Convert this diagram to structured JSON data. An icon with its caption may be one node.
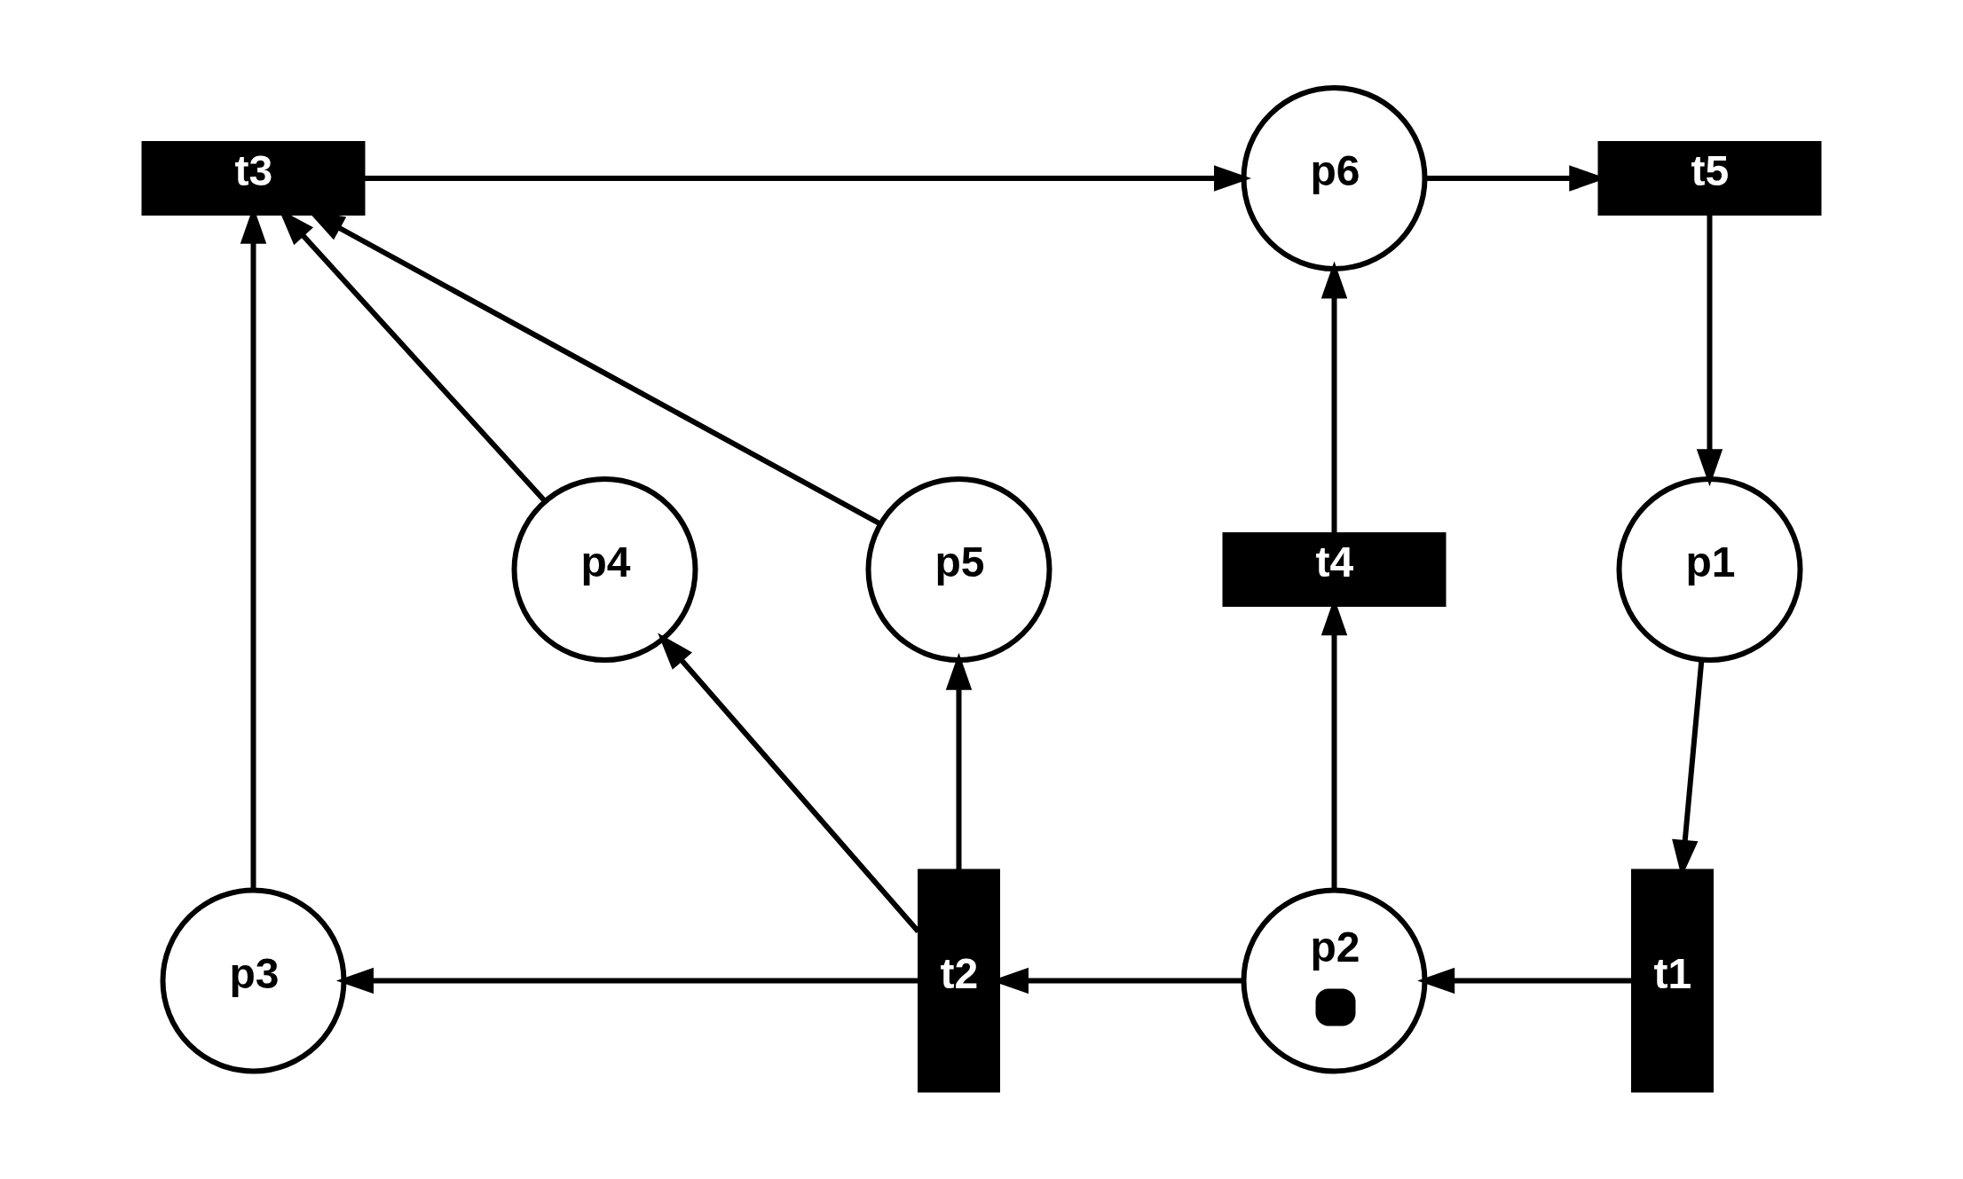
{
  "diagram": {
    "nodes": [
      {
        "text": [
          "t3"
        ]
      },
      {
        "text": [
          "p6"
        ]
      },
      {
        "text": [
          "t5"
        ]
      },
      {
        "text": [
          "p5"
        ]
      },
      {
        "text": [
          "p1"
        ]
      },
      {
        "text": [
          "t4"
        ]
      },
      {
        "text": [
          "p4"
        ]
      },
      {
        "text": [
          "p3"
        ]
      },
      {
        "text": [
          "t2"
        ]
      },
      {
        "text": [
          "p2"
        ]
      },
      {
        "text": [
          "t1"
        ]
      }
    ],
    "edges": [
      {
        "from": 0,
        "to": 1,
        "arrow": "to"
      },
      {
        "from": 1,
        "to": 2,
        "arrow": "to"
      },
      {
        "from": 2,
        "to": 4,
        "arrow": "to"
      },
      {
        "from": 4,
        "to": 10,
        "arrow": "to"
      },
      {
        "from": 10,
        "to": 9,
        "arrow": "to"
      },
      {
        "from": 9,
        "to": 8,
        "arrow": "to"
      },
      {
        "from": 8,
        "to": 7,
        "arrow": "to"
      },
      {
        "from": 7,
        "to": 0,
        "arrow": "to"
      },
      {
        "from": 6,
        "to": 0,
        "arrow": "to"
      },
      {
        "from": 3,
        "to": 0,
        "arrow": "to"
      },
      {
        "from": 8,
        "to": 6,
        "arrow": "to"
      },
      {
        "from": 8,
        "to": 3,
        "arrow": "to"
      },
      {
        "from": 9,
        "to": 5,
        "arrow": "to"
      },
      {
        "from": 5,
        "to": 1,
        "arrow": "to"
      }
    ]
  }
}
